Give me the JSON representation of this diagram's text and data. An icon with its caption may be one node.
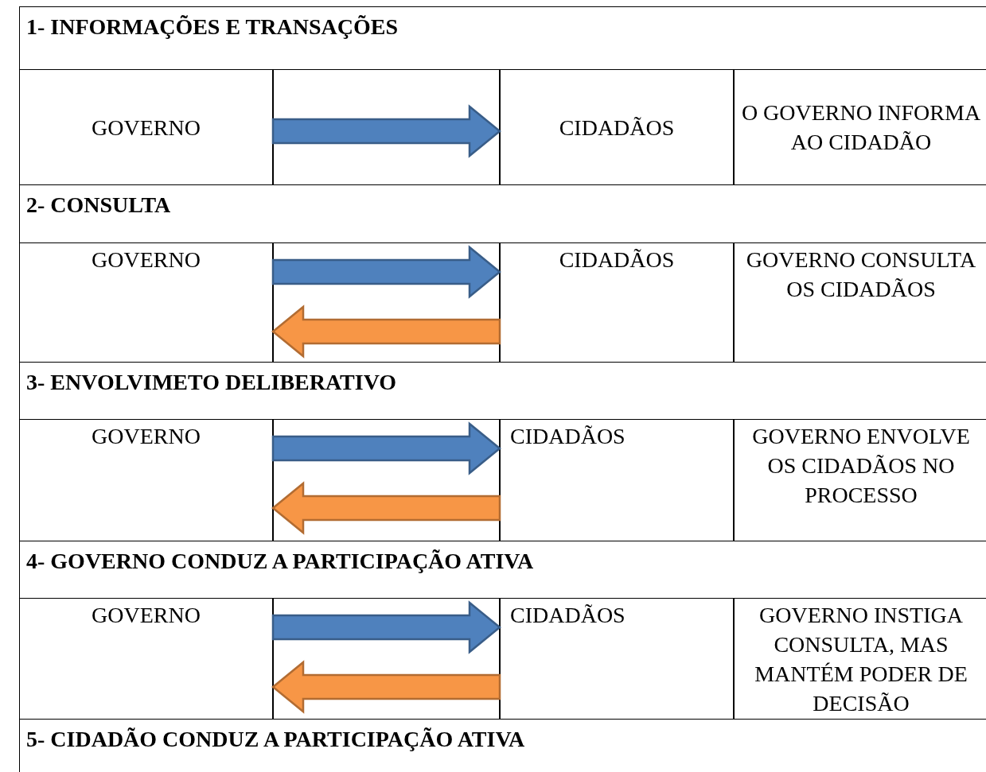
{
  "diagram": {
    "nodes": [
      {
        "text": [
          "1- INFORMAÇÕES E TRANSAÇÕES"
        ]
      },
      {
        "text": [
          "GOVERNO"
        ]
      },
      {
        "text": [],
        "shape": "box"
      },
      {
        "text": [
          "CIDADÃOS"
        ]
      },
      {
        "text": [
          "O GOVERNO INFORMA AO CIDADÃO"
        ]
      },
      {
        "text": [
          "2- CONSULTA"
        ]
      },
      {
        "text": [
          "GOVERNO"
        ]
      },
      {
        "text": [],
        "shape": "box"
      },
      {
        "text": [
          "CIDADÃOS"
        ]
      },
      {
        "text": [
          "GOVERNO CONSULTA OS CIDADÃOS"
        ]
      },
      {
        "text": [
          "3- ENVOLVIMETO DELIBERATIVO"
        ]
      },
      {
        "text": [
          "GOVERNO"
        ]
      },
      {
        "text": [],
        "shape": "box"
      },
      {
        "text": [
          "CIDADÃOS"
        ]
      },
      {
        "text": [
          "GOVERNO ENVOLVE OS CIDADÃOS NO PROCESSO"
        ]
      },
      {
        "text": [
          "4- GOVERNO CONDUZ A PARTICIPAÇÃO ATIVA"
        ]
      },
      {
        "text": [
          "GOVERNO"
        ]
      },
      {
        "text": [],
        "shape": "box"
      },
      {
        "text": [
          "CIDADÃOS"
        ]
      },
      {
        "text": [
          "GOVERNO INSTIGA CONSULTA, MAS MANTÉM PODER DE DECISÃO"
        ]
      },
      {
        "text": [
          "5- CIDADÃO CONDUZ A PARTICIPAÇÃO ATIVA"
        ]
      }
    ],
    "edges": [
      {
        "from": 1,
        "to": 3,
        "arrow": "to",
        "color": "#4f81bd"
      },
      {
        "from": 6,
        "to": 8,
        "arrow": "to",
        "color": "#4f81bd"
      },
      {
        "from": 8,
        "to": 6,
        "arrow": "to",
        "color": "#f79646"
      },
      {
        "from": 11,
        "to": 13,
        "arrow": "to",
        "color": "#4f81bd"
      },
      {
        "from": 13,
        "to": 11,
        "arrow": "to",
        "color": "#f79646"
      },
      {
        "from": 16,
        "to": 18,
        "arrow": "to",
        "color": "#4f81bd"
      },
      {
        "from": 18,
        "to": 16,
        "arrow": "to",
        "color": "#f79646"
      }
    ]
  }
}
